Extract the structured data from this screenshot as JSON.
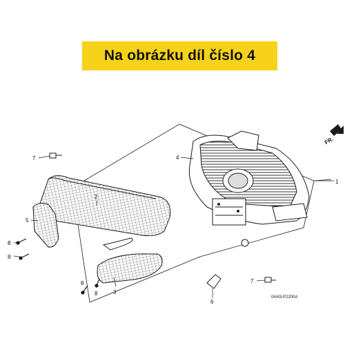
{
  "banner": {
    "text": "Na obrázku díl číslo 4"
  },
  "diagram": {
    "front_marker": "FR.",
    "drawing_code": "0AH3-P2200A",
    "callouts": [
      "1",
      "2",
      "3",
      "4",
      "5",
      "6",
      "7",
      "7",
      "8",
      "8",
      "8",
      "8"
    ]
  },
  "colors": {
    "banner": "#f6d21a",
    "ink": "#1a1a1a"
  }
}
